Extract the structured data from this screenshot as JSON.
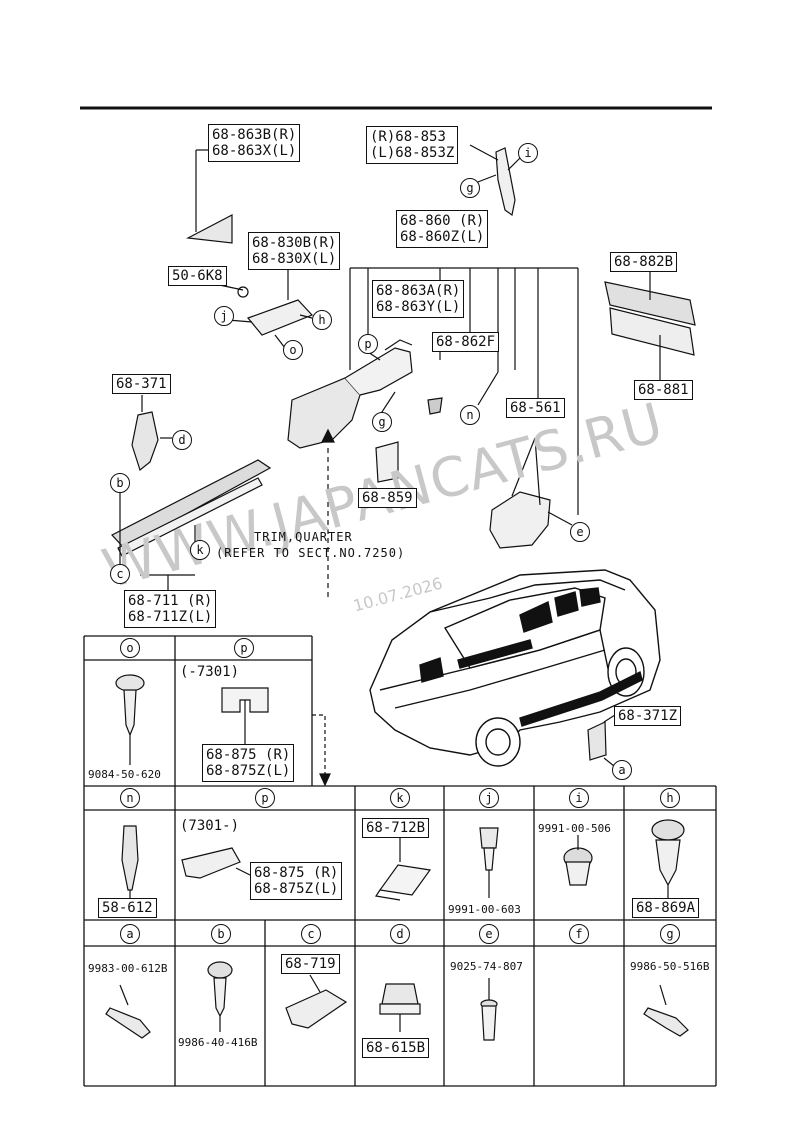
{
  "callouts": {
    "c1": {
      "r1": "68-863B",
      "s1": "(R)",
      "r2": "68-863X",
      "s2": "(L)"
    },
    "c2": {
      "p1": "(R)",
      "r1": "68-853",
      "p2": "(L)",
      "r2": "68-853Z"
    },
    "c3": {
      "r1": "68-860",
      "s1": "(R)",
      "r2": "68-860Z",
      "s2": "(L)"
    },
    "c4": {
      "r1": "68-830B",
      "s1": "(R)",
      "r2": "68-830X",
      "s2": "(L)"
    },
    "c5": "50-6K8",
    "c6": {
      "r1": "68-863A",
      "s1": "(R)",
      "r2": "68-863Y",
      "s2": "(L)"
    },
    "c7": "68-862F",
    "c8": "68-882B",
    "c9": "68-881",
    "c10": "68-371",
    "c11": "68-561",
    "c12": "68-859",
    "c13": {
      "r1": "68-711",
      "s1": "(R)",
      "r2": "68-711Z",
      "s2": "(L)"
    },
    "c14": "68-371Z"
  },
  "note": {
    "line1": "TRIM,QUARTER",
    "line2": "(REFER TO SECT.NO.7250)"
  },
  "watermark": {
    "text": "WWW.JAPANCATS.RU",
    "date": "10.07.2026"
  },
  "letters": {
    "i": "i",
    "g": "g",
    "j": "j",
    "h": "h",
    "o": "o",
    "p": "p",
    "n": "n",
    "d": "d",
    "b": "b",
    "c": "c",
    "k": "k",
    "e": "e",
    "a": "a"
  },
  "table": {
    "row1": {
      "o": {
        "letter": "o",
        "part": "9084-50-620"
      },
      "p": {
        "letter": "p",
        "note": "(-7301)",
        "r1": "68-875",
        "s1": "(R)",
        "r2": "68-875Z",
        "s2": "(L)"
      }
    },
    "row2": {
      "n": {
        "letter": "n",
        "part": "58-612"
      },
      "p": {
        "letter": "p",
        "note": "(7301-)",
        "r1": "68-875",
        "s1": "(R)",
        "r2": "68-875Z",
        "s2": "(L)"
      },
      "k": {
        "letter": "k",
        "part": "68-712B"
      },
      "j": {
        "letter": "j",
        "part": "9991-00-603"
      },
      "i": {
        "letter": "i",
        "part": "9991-00-506"
      },
      "h": {
        "letter": "h",
        "part": "68-869A"
      }
    },
    "row3": {
      "a": {
        "letter": "a",
        "part": "9983-00-612B"
      },
      "b": {
        "letter": "b",
        "part": "9986-40-416B"
      },
      "c": {
        "letter": "c",
        "part": "68-719"
      },
      "d": {
        "letter": "d",
        "part": "68-615B"
      },
      "e": {
        "letter": "e",
        "part": "9025-74-807"
      },
      "f": {
        "letter": "f"
      },
      "g": {
        "letter": "g",
        "part": "9986-50-516B"
      }
    }
  }
}
